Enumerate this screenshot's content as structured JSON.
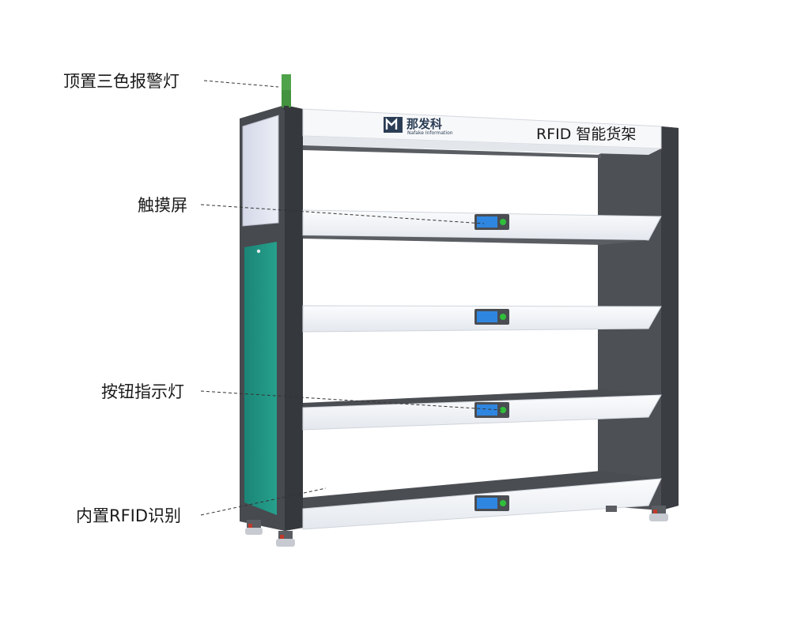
{
  "brand": {
    "name_cn": "那发科",
    "name_en": "Nafake Information"
  },
  "product_title": "RFID 智能货架",
  "callouts": {
    "alarm_light": "顶置三色报警灯",
    "touch_screen": "触摸屏",
    "button_indicator": "按钮指示灯",
    "rfid_reader": "内置RFID识别"
  },
  "colors": {
    "frame": "#4a4d52",
    "frame_dark": "#35383c",
    "panel_green": "#1f8f7e",
    "shelf_white": "#f4f6f9",
    "screen_blue": "#2f86e0",
    "indicator_green": "#2fbf3a",
    "alarm_green": "#4fa34a"
  }
}
